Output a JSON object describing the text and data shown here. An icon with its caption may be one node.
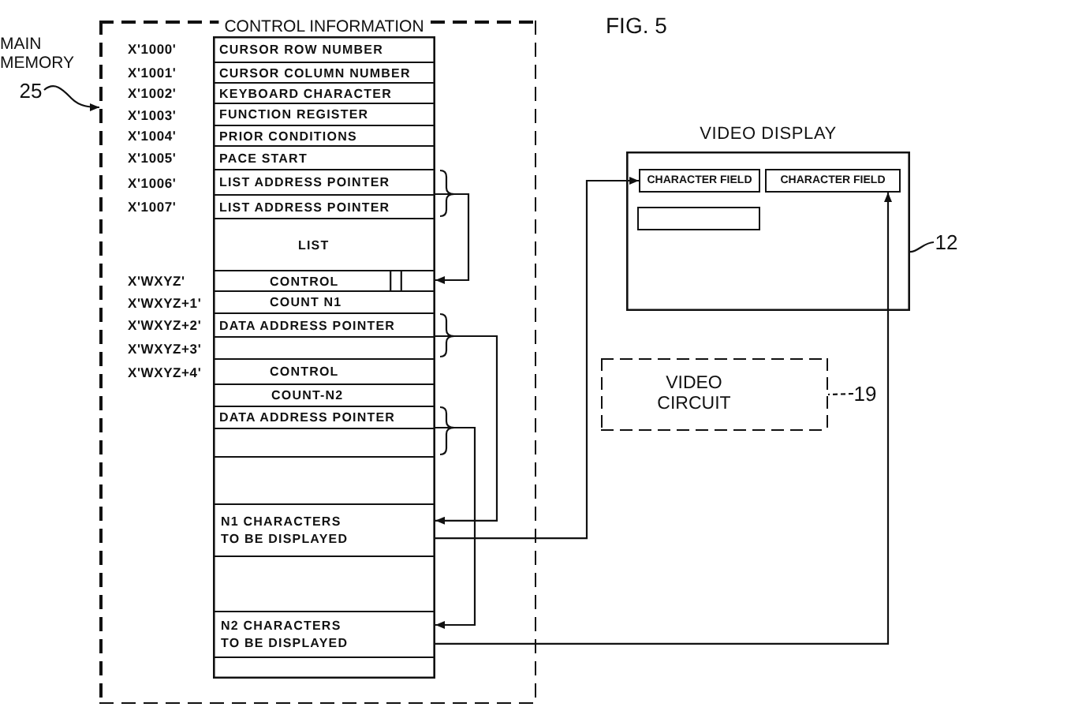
{
  "diagram": {
    "nodes": [
      {
        "text": [
          "MAIN MEMORY"
        ]
      },
      {
        "text": [
          "25"
        ]
      },
      {
        "text": [
          "CONTROL INFORMATION"
        ],
        "in": 0
      },
      {
        "text": [
          "CURSOR ROW NUMBER"
        ],
        "beside": [
          "X'1000'"
        ],
        "in": 2
      },
      {
        "text": [
          "CURSOR COLUMN NUMBER"
        ],
        "beside": [
          "X'1001'"
        ],
        "in": 2
      },
      {
        "text": [
          "KEYBOARD CHARACTER"
        ],
        "beside": [
          "X'1002'"
        ],
        "in": 2
      },
      {
        "text": [
          "FUNCTION REGISTER"
        ],
        "beside": [
          "X'1003'"
        ],
        "in": 2
      },
      {
        "text": [
          "PRIOR CONDITIONS"
        ],
        "beside": [
          "X'1004'"
        ],
        "in": 2
      },
      {
        "text": [
          "PACE START"
        ],
        "beside": [
          "X'1005'"
        ],
        "in": 2
      },
      {
        "text": [
          "LIST ADDRESS POINTER"
        ],
        "beside": [
          "X'1006'"
        ],
        "in": 2
      },
      {
        "text": [
          "LIST ADDRESS POINTER"
        ],
        "beside": [
          "X'1007'"
        ],
        "in": 2
      },
      {
        "text": [
          "LIST"
        ],
        "in": 2
      },
      {
        "text": [
          "CONTROL"
        ],
        "beside": [
          "X'WXYZ'"
        ],
        "in": 2
      },
      {
        "text": [
          "COUNT N1"
        ],
        "beside": [
          "X'WXYZ+1'"
        ],
        "in": 2
      },
      {
        "text": [
          "DATA ADDRESS POINTER"
        ],
        "beside": [
          "X'WXYZ+2'"
        ],
        "in": 2
      },
      {
        "text": [],
        "shape": "box",
        "beside": [
          "X'WXYZ+3'"
        ],
        "in": 2
      },
      {
        "text": [
          "CONTROL"
        ],
        "beside": [
          "X'WXYZ+4'"
        ],
        "in": 2
      },
      {
        "text": [
          "COUNT-N2"
        ],
        "in": 2
      },
      {
        "text": [
          "DATA ADDRESS POINTER"
        ],
        "in": 2
      },
      {
        "text": [],
        "shape": "box",
        "in": 2
      },
      {
        "text": [],
        "shape": "box",
        "in": 2
      },
      {
        "text": [
          "N1 CHARACTERS TO BE DISPLAYED"
        ],
        "in": 2
      },
      {
        "text": [],
        "shape": "box",
        "in": 2
      },
      {
        "text": [
          "N2 CHARACTERS TO BE DISPLAYED"
        ],
        "in": 2
      },
      {
        "text": [],
        "shape": "box",
        "in": 2
      },
      {
        "text": [
          "VIDEO DISPLAY"
        ]
      },
      {
        "text": [
          "CHARACTER FIELD"
        ],
        "in": 25
      },
      {
        "text": [
          "CHARACTER FIELD"
        ],
        "in": 25
      },
      {
        "text": [],
        "shape": "box",
        "in": 25
      },
      {
        "text": [
          "12"
        ]
      },
      {
        "text": [
          "VIDEO CIRCUIT"
        ]
      },
      {
        "text": [
          "19"
        ]
      }
    ],
    "edges": [
      {
        "from": 1,
        "to": 0,
        "arrow": "to"
      },
      {
        "from": 9,
        "to": 12,
        "arrow": "to"
      },
      {
        "from": 10,
        "to": 12,
        "arrow": "to"
      },
      {
        "from": 14,
        "to": 21,
        "arrow": "to"
      },
      {
        "from": 15,
        "to": 21,
        "arrow": "to"
      },
      {
        "from": 18,
        "to": 23,
        "arrow": "to"
      },
      {
        "from": 19,
        "to": 23,
        "arrow": "to"
      },
      {
        "from": 21,
        "to": 26,
        "arrow": "to"
      },
      {
        "from": 23,
        "to": 27,
        "arrow": "to"
      },
      {
        "from": 29,
        "to": 25,
        "arrow": "none"
      },
      {
        "from": 31,
        "to": 30,
        "arrow": "none",
        "style": "dashed"
      }
    ],
    "labels": [
      "FIG. 5"
    ]
  }
}
